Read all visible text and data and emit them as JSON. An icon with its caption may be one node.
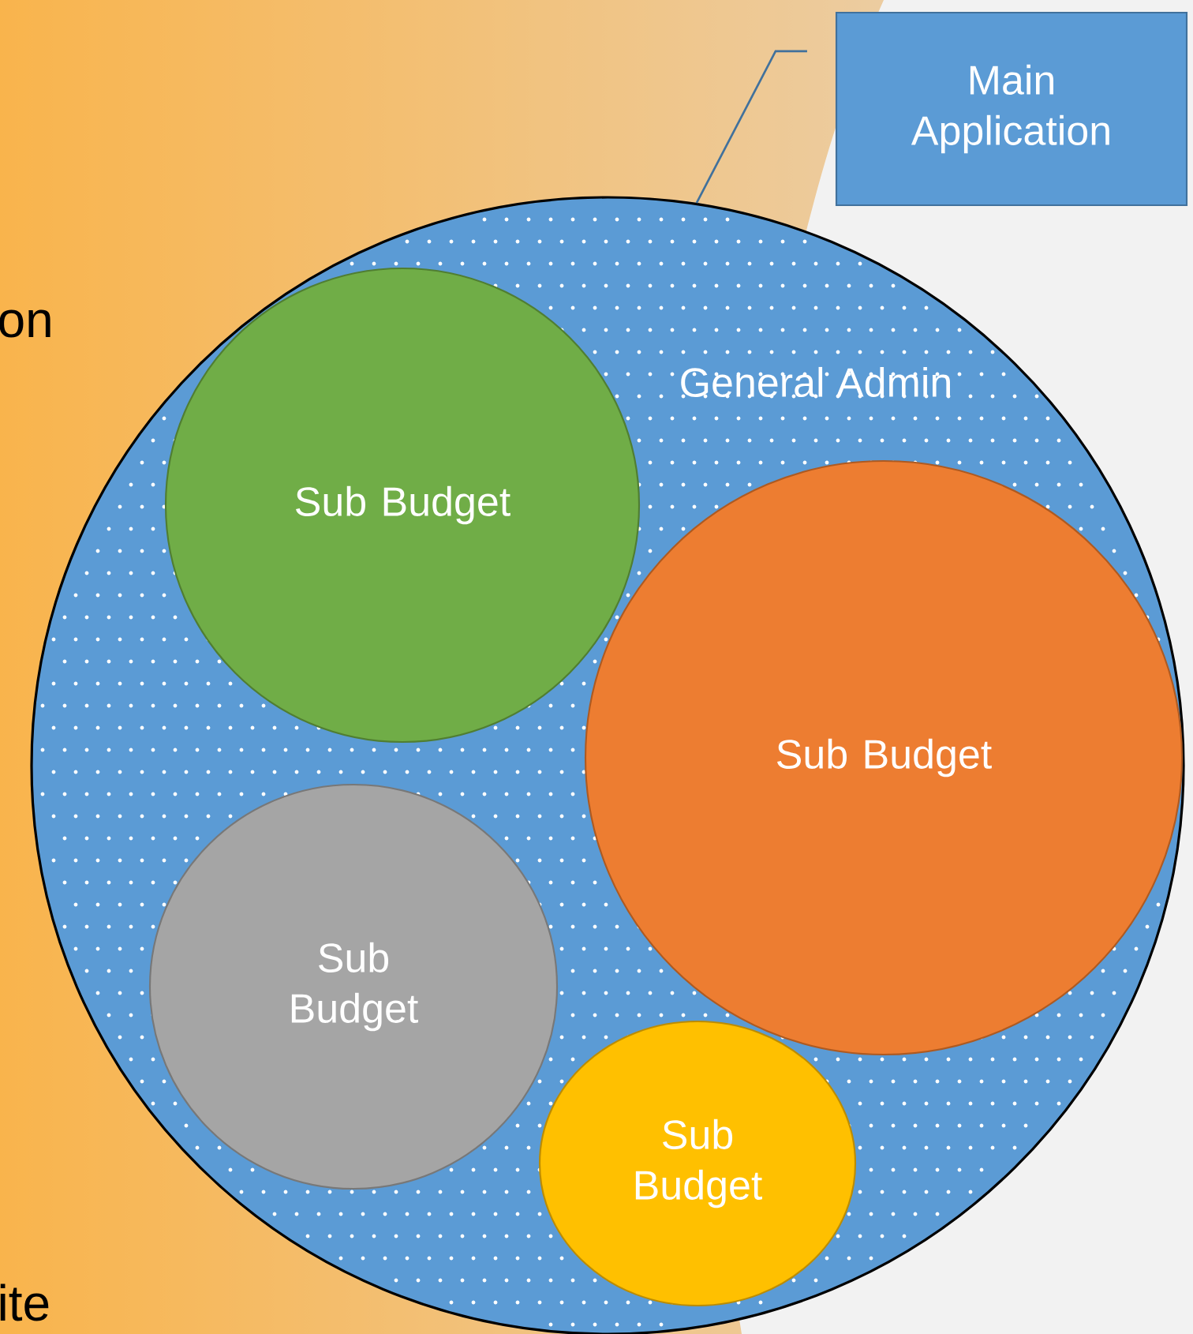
{
  "diagram": {
    "nodes": [
      {
        "text": [
          "Main Application"
        ]
      },
      {
        "text": [
          "General Admin"
        ]
      },
      {
        "text": [
          "Sub Budget"
        ],
        "in": 1
      },
      {
        "text": [
          "Sub Budget"
        ],
        "in": 1
      },
      {
        "text": [
          "Sub Budget"
        ],
        "in": 1
      },
      {
        "text": [
          "Sub Budget"
        ],
        "in": 1
      }
    ],
    "edges": [
      {
        "from": 0,
        "to": 1,
        "arrow": "none"
      }
    ],
    "labels": [
      "on",
      "ite"
    ]
  }
}
